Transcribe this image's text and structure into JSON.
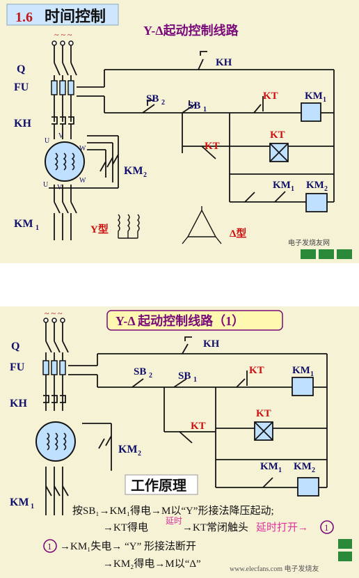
{
  "colors": {
    "background": "#f6f2d6",
    "wire": "#141414",
    "accent_red": "#cc1010",
    "label_blue": "#10106a",
    "title_purple": "#7a0a7a",
    "coil_fill": "#bfe0ff",
    "header_tab": "#cfe6ff",
    "title_box": "#fff8b0",
    "nav_green": "#2a8a3a",
    "annotation_pink": "#e0309a"
  },
  "slide1": {
    "section_number": "1.6",
    "section_title": "时间控制",
    "circuit_title": "Y-Δ起动控制线路",
    "supply_symbol": "~ ~ ~",
    "labels": {
      "q": "Q",
      "fu": "FU",
      "kh_left": "KH",
      "km1_left": "KM",
      "km1_left_sub": "1",
      "km2_left": "KM",
      "km2_left_sub": "2",
      "u1": "U",
      "u1_sub": "1",
      "v1": "V",
      "v1_sub": "1",
      "w1": "W",
      "w1_sub": "1",
      "u2": "U",
      "u2_sub": "2",
      "v2": "V",
      "v2_sub": "2",
      "w2": "W",
      "w2_sub": "2",
      "kh_top": "KH",
      "sb2": "SB",
      "sb2_sub": "2",
      "sb1": "SB",
      "sb1_sub": "1",
      "kt_contact": "KT",
      "kt_coil": "KT",
      "kt_nc": "KT",
      "km1_coil": "KM",
      "km1_coil_sub": "1",
      "km1_hold": "KM",
      "km1_hold_sub": "1",
      "km2_coil": "KM",
      "km2_coil_sub": "2",
      "y_type": "Y型",
      "delta_type": "Δ型"
    },
    "watermark": "电子发烧友网"
  },
  "slide2": {
    "circuit_title": "Y-Δ 起动控制线路（1）",
    "supply_symbol": "~ ~ ~",
    "principle_title": "工作原理",
    "labels": {
      "q": "Q",
      "fu": "FU",
      "kh_left": "KH",
      "km1_left": "KM",
      "km1_left_sub": "1",
      "km2_left": "KM",
      "km2_left_sub": "2",
      "kh_top": "KH",
      "sb2": "SB",
      "sb2_sub": "2",
      "sb1": "SB",
      "sb1_sub": "1",
      "kt_contact": "KT",
      "kt_coil": "KT",
      "kt_nc": "KT",
      "km1_coil": "KM",
      "km1_coil_sub": "1",
      "km1_hold": "KM",
      "km1_hold_sub": "1",
      "km2_coil": "KM",
      "km2_coil_sub": "2"
    },
    "explanation": {
      "line1": "按SB₁→KM₁得电→M以“Y”形接法降压起动;",
      "line2_a": "→KT得电",
      "line2_delay": "延时",
      "line2_b": "→KT常闭触头",
      "line2_c": "延时打开→",
      "circle_mark": "1",
      "line3_a": "→KM₁失电→ “Y” 形接法断开",
      "line4": "→KM₂得电→M以“Δ”"
    },
    "watermark": "www.elecfans.com 电子发烧友"
  }
}
